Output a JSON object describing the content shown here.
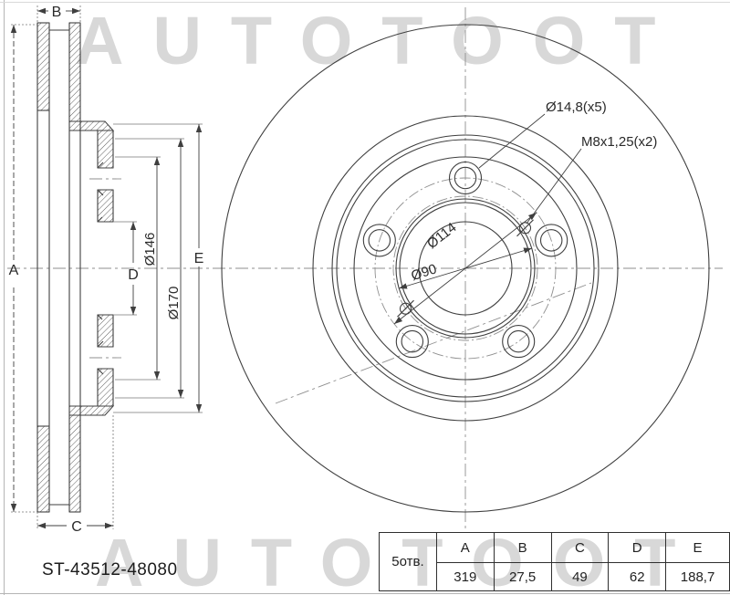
{
  "watermark": {
    "text": "AUTOTOOT",
    "color": "#d8d8d8"
  },
  "part_number": "ST-43512-48080",
  "section": {
    "labels": {
      "a": "A",
      "b": "B",
      "c": "C",
      "d": "D",
      "e": "E",
      "dia146": "Ø146",
      "dia170": "Ø170"
    }
  },
  "front": {
    "labels": {
      "bolt_holes": "Ø14,8(x5)",
      "thread_holes": "M8x1,25(x2)",
      "pcd": "Ø114",
      "hub_face": "Ø90"
    }
  },
  "table": {
    "row_label": "5отв.",
    "headers": [
      "A",
      "B",
      "C",
      "D",
      "E"
    ],
    "values": [
      "319",
      "27,5",
      "49",
      "62",
      "188,7"
    ]
  },
  "colors": {
    "line": "#3f3f3f",
    "centerline": "#8f8f8f",
    "accent": "#d8d8d8"
  }
}
